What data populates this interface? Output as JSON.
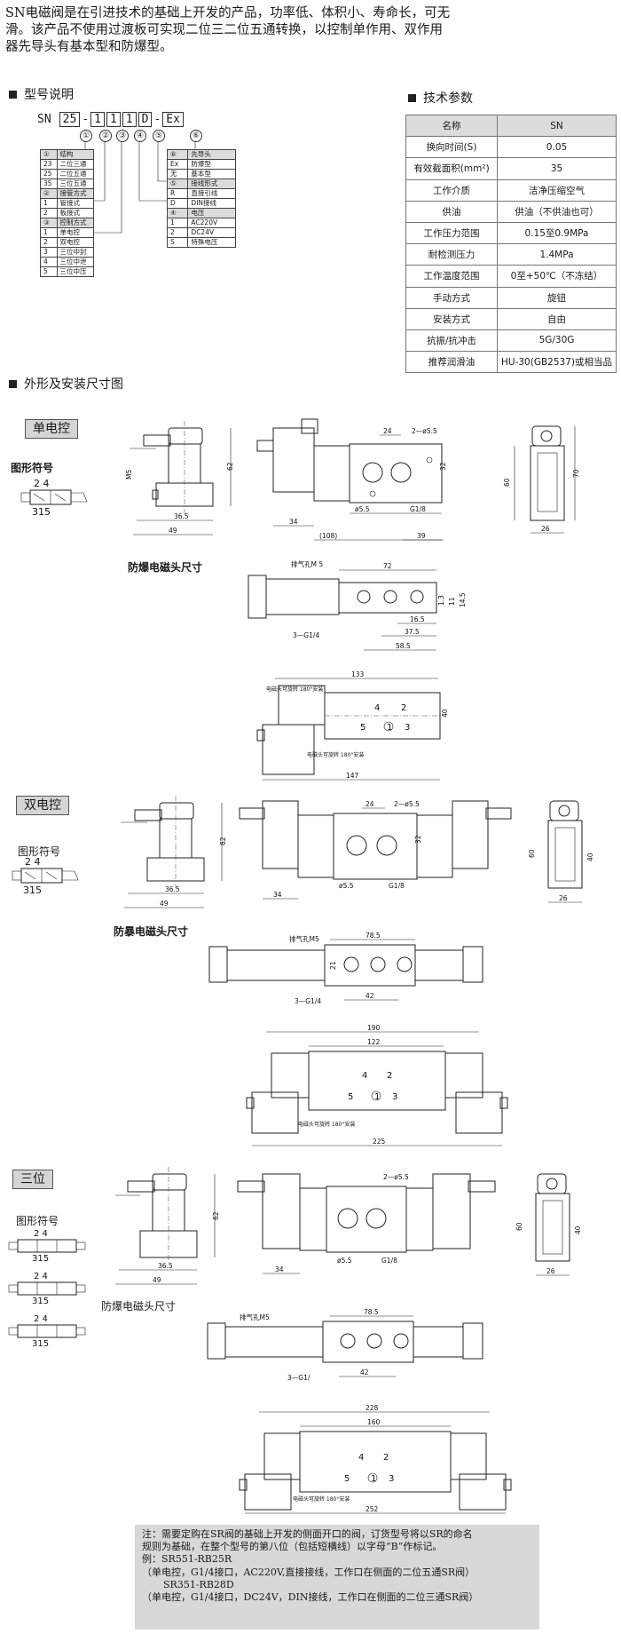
{
  "intro": {
    "lines": [
      "SN电磁阀是在引进技术的基础上开发的产品，功率低、体积小、寿命长，可无",
      "滑。该产品不使用过渡板可实现二位三二位五通转换，以控制单作用、双作用",
      "器先导头有基本型和防爆型。"
    ]
  },
  "model": {
    "title": "型号说明",
    "prefix": "SN",
    "parts": [
      "25",
      "1",
      "1",
      "1",
      "D",
      "Ex"
    ],
    "markers": [
      "①",
      "②",
      "③",
      "④",
      "⑤",
      "⑥"
    ],
    "left_table": [
      {
        "c1": "①",
        "c2": "结构",
        "hd": true
      },
      {
        "c1": "23",
        "c2": "二位三通"
      },
      {
        "c1": "25",
        "c2": "二位五通"
      },
      {
        "c1": "35",
        "c2": "三位五通"
      },
      {
        "c1": "②",
        "c2": "接管方式",
        "hd": true
      },
      {
        "c1": "1",
        "c2": "管接式"
      },
      {
        "c1": "2",
        "c2": "板接式"
      },
      {
        "c1": "③",
        "c2": "控制方式",
        "hd": true
      },
      {
        "c1": "1",
        "c2": "单电控"
      },
      {
        "c1": "2",
        "c2": "双电控"
      },
      {
        "c1": "3",
        "c2": "三位中封"
      },
      {
        "c1": "4",
        "c2": "三位中泄"
      },
      {
        "c1": "5",
        "c2": "三位中压"
      }
    ],
    "right_table": [
      {
        "c1": "⑥",
        "c2": "先导头",
        "hd": true
      },
      {
        "c1": "Ex",
        "c2": "防爆型"
      },
      {
        "c1": "无",
        "c2": "基本型"
      },
      {
        "c1": "⑤",
        "c2": "接线形式",
        "hd": true
      },
      {
        "c1": "R",
        "c2": "直接引线"
      },
      {
        "c1": "D",
        "c2": "DIN接线"
      },
      {
        "c1": "④",
        "c2": "电压",
        "hd": true
      },
      {
        "c1": "1",
        "c2": "AC220V"
      },
      {
        "c1": "2",
        "c2": "DC24V"
      },
      {
        "c1": "S",
        "c2": "特殊电压"
      }
    ]
  },
  "spec": {
    "title": "技术参数",
    "rows": [
      {
        "k": "名称",
        "v": "SN",
        "hd": true
      },
      {
        "k": "换向时间(S)",
        "v": "0.05"
      },
      {
        "k": "有效截面积(mm²)",
        "v": "35"
      },
      {
        "k": "工作介质",
        "v": "洁净压缩空气"
      },
      {
        "k": "供油",
        "v": "供油（不供油也可）"
      },
      {
        "k": "工作压力范围",
        "v": "0.15至0.9MPa"
      },
      {
        "k": "耐检测压力",
        "v": "1.4MPa"
      },
      {
        "k": "工作温度范围",
        "v": "0至+50℃（不冻结）"
      },
      {
        "k": "手动方式",
        "v": "旋钮"
      },
      {
        "k": "安装方式",
        "v": "自由"
      },
      {
        "k": "抗振/抗冲击",
        "v": "5G/30G"
      },
      {
        "k": "推荐润滑油",
        "v": "HU-30(GB2537)或相当品"
      }
    ]
  },
  "dims": {
    "title": "外形及安装尺寸图",
    "symbol_label": "图形符号",
    "port_top": "2 4",
    "port_bottom": "315",
    "single": {
      "badge": "单电控",
      "explosion_label": "防爆电磁头尺寸",
      "n62": "62",
      "n365": "36.5",
      "n49": "49",
      "n34": "34",
      "n108": "(108)",
      "n39": "39",
      "n24": "24",
      "n2x55": "2—ø5.5",
      "n32": "32",
      "n55": "ø5.5",
      "nG18": "G1/8",
      "n60": "60",
      "n70": "70",
      "n26": "26",
      "nM5": "M5",
      "nExhaust": "排气孔M 5",
      "n72": "72",
      "n3G14": "3—G1/4",
      "n165": "16.5",
      "n375": "37.5",
      "n585": "58.5",
      "n13": "1.3",
      "n11": "11",
      "n145": "14.5",
      "n133": "133",
      "n147": "147",
      "n40": "40",
      "rotate": "电磁头可旋转 180°安装"
    },
    "double": {
      "badge": "双电控",
      "explosion_label": "防暴电磁头尺寸",
      "n62": "62",
      "n365": "36.5",
      "n49": "49",
      "n34": "34",
      "n24": "24",
      "n2x55": "2—ø5.5",
      "n32": "32",
      "n55": "ø5.5",
      "nG18": "G1/8",
      "n60": "60",
      "n40": "40",
      "n26": "26",
      "n785": "78.5",
      "n42": "42",
      "n3G14": "3—G1/4",
      "nExhaust": "排气孔M5",
      "n21": "21",
      "n190": "190",
      "n122": "122",
      "n225": "225",
      "rotate": "电磁头可旋转 180°安装"
    },
    "triple": {
      "badge": "三位",
      "explosion_label": "防爆电磁头尺寸",
      "n62": "62",
      "n365": "36.5",
      "n49": "49",
      "n34": "34",
      "n2x55": "2—ø5.5",
      "n55": "ø5.5",
      "nG18": "G1/8",
      "n60": "60",
      "n40": "40",
      "n26": "26",
      "n785": "78.5",
      "n42": "42",
      "n3G1": "3—G1/",
      "nExhaust": "排气孔M5",
      "n228": "228",
      "n160": "160",
      "n252": "252",
      "rotate": "电磁头可旋转 180°安装"
    },
    "ports": {
      "p4": "4",
      "p2": "2",
      "p5": "5",
      "p1": "1",
      "p3": "3"
    }
  },
  "note": {
    "lines": [
      "注：需要定购在SR阀的基础上开发的侧面开口的阀，订货型号将以SR的命名",
      "规则为基础，在整个型号的第八位（包括短横线）以字母“B”作标记。",
      "例：SR551-RB25R",
      "（单电控，G1/4接口，AC220V,直接接线，工作口在侧面的二位五通SR阀）",
      "SR351-RB28D",
      "（单电控，G1/4接口，DC24V，DIN接线，工作口在侧面的二位三通SR阀）"
    ]
  }
}
